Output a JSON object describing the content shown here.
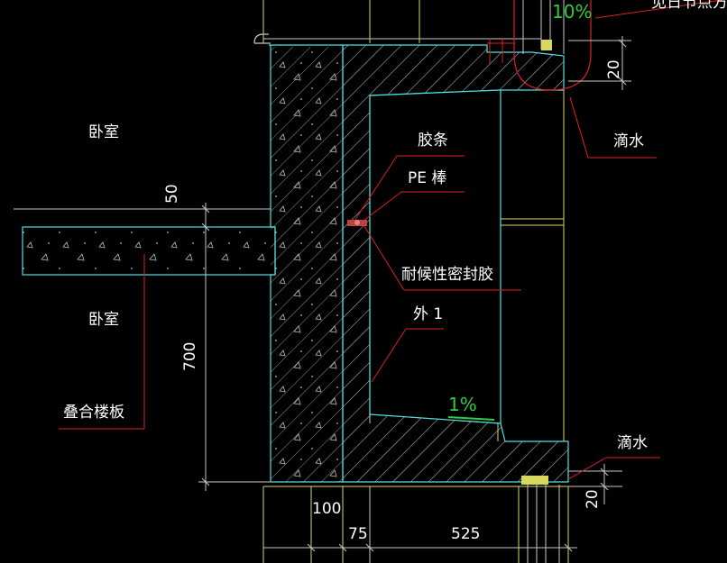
{
  "labels": {
    "bedroom_upper": "卧室",
    "bedroom_lower": "卧室",
    "composite_slab": "叠合楼板",
    "glue_strip": "胶条",
    "pe_rod": "PE 棒",
    "sealant": "耐候性密封胶",
    "exterior_1": "外 1",
    "drip_top": "滴水",
    "drip_bottom": "滴水",
    "top_cut_text": "见日节点方框",
    "top_slope": "10%",
    "mid_slope": "1%"
  },
  "dimensions": {
    "d50": "50",
    "d700": "700",
    "d100": "100",
    "d75": "75",
    "d525": "525",
    "d20_top": "20",
    "d20_bottom": "20"
  },
  "colors": {
    "background": "#000000",
    "concrete_outline": "#4fe0e0",
    "leader_red": "#e02020",
    "dimension_line": "#c8c8c8",
    "yellow_frame": "#d8d860",
    "slope_green": "#2ecc40"
  }
}
